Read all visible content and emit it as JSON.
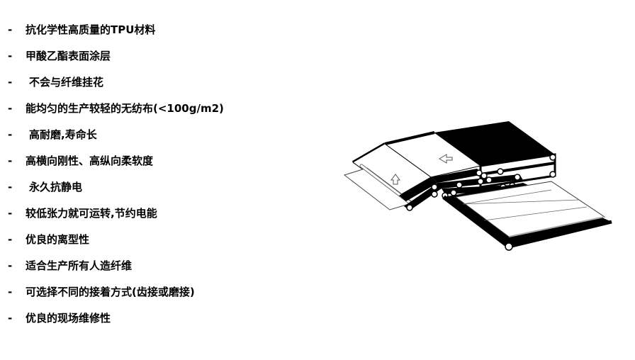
{
  "bullets": [
    {
      "marker": "-",
      "text": "抗化学性高质量的TPU材料",
      "indent": false
    },
    {
      "marker": "-",
      "text": "甲酸乙酯表面涂层",
      "indent": false
    },
    {
      "marker": "-",
      "text": "不会与纤维挂花",
      "indent": true
    },
    {
      "marker": "-",
      "text": "能均匀的生产较轻的无纺布(<100g/m2)",
      "indent": false
    },
    {
      "marker": "-",
      "text": "高耐磨,寿命长",
      "indent": true
    },
    {
      "marker": "-",
      "text": "高横向刚性、高纵向柔软度",
      "indent": false
    },
    {
      "marker": "-",
      "text": "永久抗静电",
      "indent": true
    },
    {
      "marker": "-",
      "text": "较低张力就可运转,节约电能",
      "indent": false
    },
    {
      "marker": "-",
      "text": "优良的离型性",
      "indent": false
    },
    {
      "marker": "-",
      "text": "适合生产所有人造纤维",
      "indent": false
    },
    {
      "marker": "-",
      "text": "可选择不同的接着方式(齿接或磨接)",
      "indent": false
    },
    {
      "marker": "-",
      "text": "优良的现场维修性",
      "indent": false
    }
  ],
  "figure": {
    "icon": "conveyor-belt-cross-lapper-illustration",
    "colors": {
      "belt": "#000000",
      "web": "#ffffff",
      "outline": "#333333"
    }
  }
}
